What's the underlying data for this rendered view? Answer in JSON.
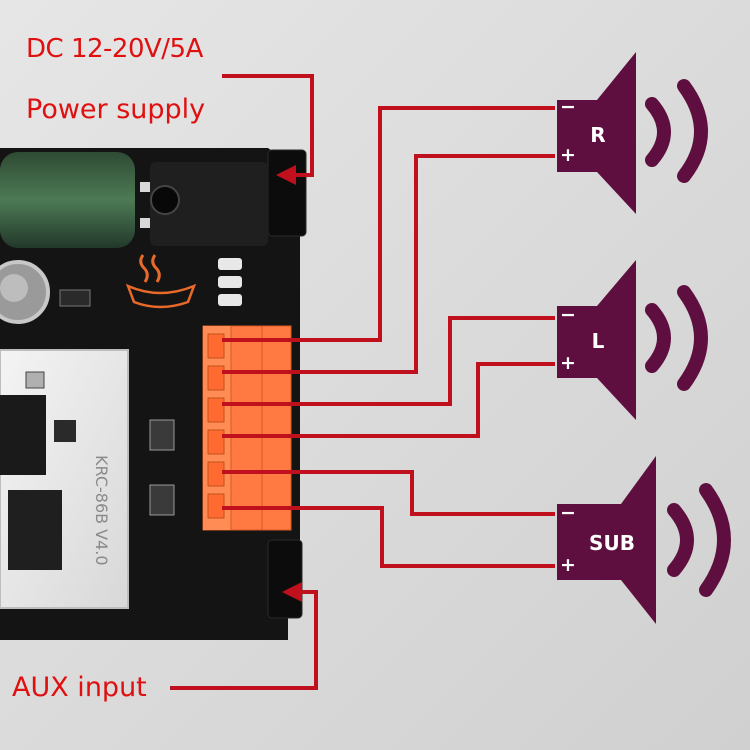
{
  "annotations": {
    "dc_spec": "DC 12-20V/5A",
    "power_label": "Power supply",
    "aux_label": "AUX input"
  },
  "board": {
    "module_label": "KRC-86B V4.0"
  },
  "speakers": [
    {
      "label": "R",
      "minus": "−",
      "plus": "+"
    },
    {
      "label": "L",
      "minus": "−",
      "plus": "+"
    },
    {
      "label": "SUB",
      "minus": "−",
      "plus": "+"
    }
  ],
  "colors": {
    "wire": "#c0101e",
    "speaker": "#5e0f3f",
    "board": "#141414",
    "terminal": "#ff7a42",
    "caption": "#e01010"
  }
}
